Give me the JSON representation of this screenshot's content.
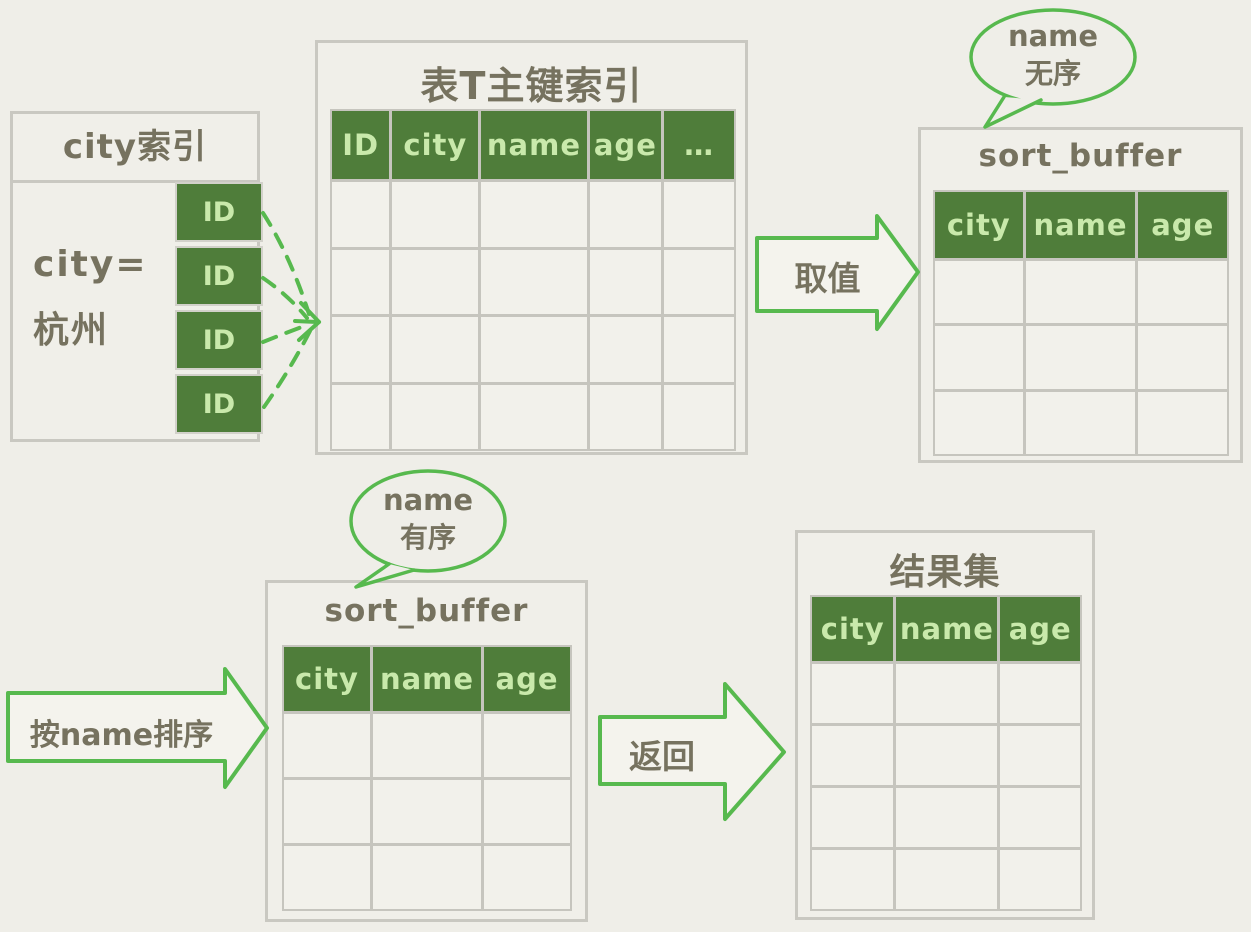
{
  "colors": {
    "background": "#efeee8",
    "panel_border": "#c9c8c1",
    "grid_line": "#c6c5be",
    "header_green": "#4f7d3a",
    "header_text_green": "#c9e9ab",
    "ink": "#76725f",
    "arrow_green": "#57b94e"
  },
  "city_index": {
    "title": "city索引",
    "condition_line1": "city=",
    "condition_line2": "杭州",
    "id_cells": [
      "ID",
      "ID",
      "ID",
      "ID"
    ]
  },
  "primary_key_table": {
    "title": "表T主键索引",
    "columns": [
      "ID",
      "city",
      "name",
      "age",
      "…"
    ],
    "empty_rows": 4
  },
  "sort_buffer_unsorted": {
    "title": "sort_buffer",
    "columns": [
      "city",
      "name",
      "age"
    ],
    "empty_rows": 3,
    "bubble_line1": "name",
    "bubble_line2": "无序"
  },
  "sort_buffer_sorted": {
    "title": "sort_buffer",
    "columns": [
      "city",
      "name",
      "age"
    ],
    "empty_rows": 3,
    "bubble_line1": "name",
    "bubble_line2": "有序"
  },
  "result_set": {
    "title": "结果集",
    "columns": [
      "city",
      "name",
      "age"
    ],
    "empty_rows": 4
  },
  "arrows": {
    "fetch_label": "取值",
    "sort_label": "按name排序",
    "return_label": "返回"
  }
}
